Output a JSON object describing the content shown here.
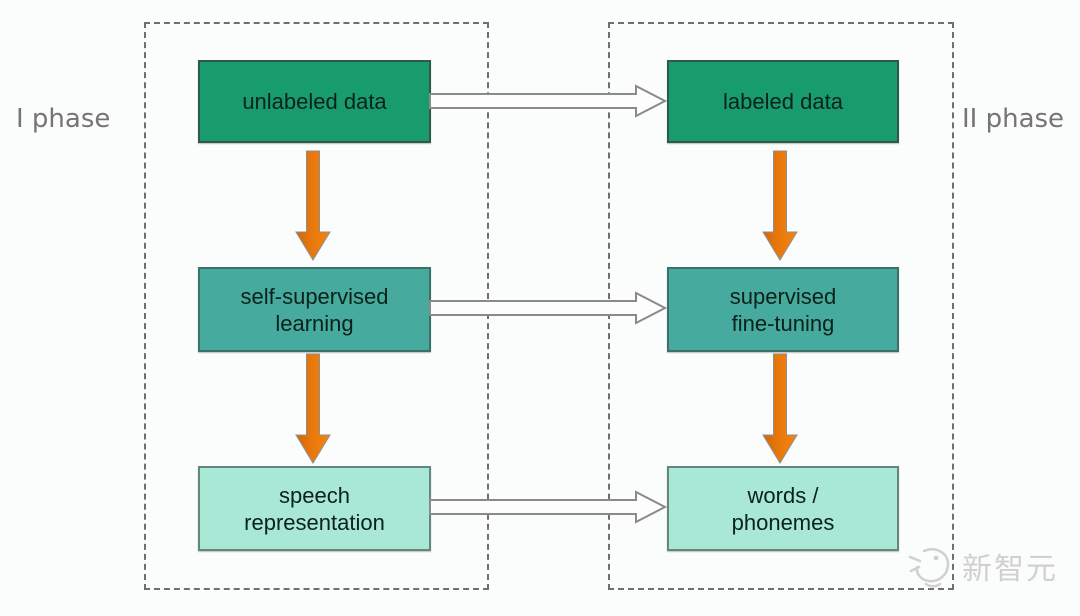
{
  "phase1": {
    "label": "I phase"
  },
  "phase2": {
    "label": "II phase"
  },
  "boxes": {
    "unlabeled_data": "unlabeled data",
    "labeled_data": "labeled data",
    "self_supervised": "self-supervised\nlearning",
    "supervised_finetuning": "supervised\nfine-tuning",
    "speech_representation": "speech\nrepresentation",
    "words_phonemes": "words /\nphonemes"
  },
  "watermark": {
    "text": "新智元"
  },
  "colors": {
    "box_row1_fill": "#189c6d",
    "box_row2_fill": "#47aa9e",
    "box_row3_fill": "#a9e8d4",
    "down_arrow_fill": "#e8780c",
    "right_arrow_fill": "#fdfdfd",
    "right_arrow_stroke": "#8a8a8a",
    "phase_border": "#6f6f6f",
    "phase_label_text": "#757575",
    "box_text": "#0a221b",
    "watermark_text": "#c9c9c9",
    "background": "#fbfcfc"
  }
}
